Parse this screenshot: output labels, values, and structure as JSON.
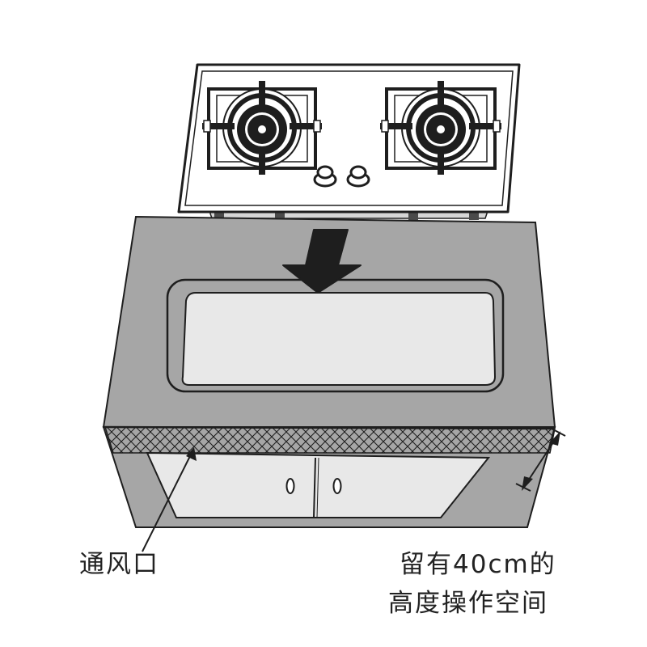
{
  "labels": {
    "vent": "通风口",
    "clearance_line1": "留有40cm的",
    "clearance_line2": "高度操作空间"
  },
  "colors": {
    "cabinet": "#a6a6a6",
    "outline": "#1e1e1e",
    "recess": "#e8e8e8"
  }
}
